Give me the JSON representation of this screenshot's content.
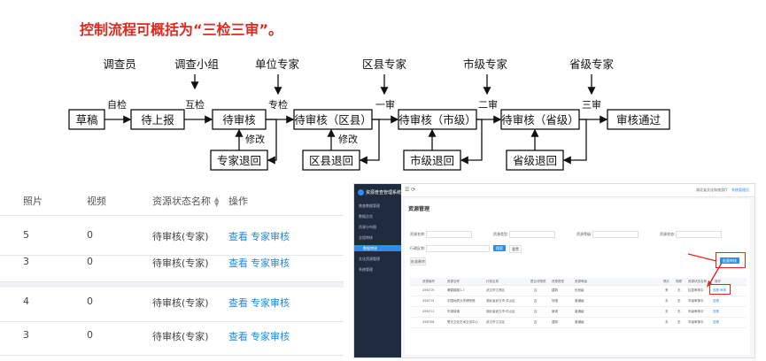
{
  "title": "控制流程可概括为“三检三审”。",
  "flow": {
    "boxes": {
      "draft": "草稿",
      "pending_report": "待上报",
      "pending_review": "待审核",
      "pending_district": "待审核（区县）",
      "pending_city": "待审核（市级）",
      "pending_province": "待审核（省级）",
      "review_passed": "审核通过",
      "expert_return": "专家退回",
      "district_return": "区县退回",
      "city_return": "市级退回",
      "province_return": "省级退回"
    },
    "actors": {
      "investigator": "调查员",
      "team": "调查小组",
      "unit_expert": "单位专家",
      "district_expert": "区县专家",
      "city_expert": "市级专家",
      "province_expert": "省级专家"
    },
    "edges": {
      "self_check": "自检",
      "mutual_check": "互检",
      "expert_check": "专检",
      "first_review": "一审",
      "second_review": "二审",
      "third_review": "三审",
      "modify": "修改"
    }
  },
  "table": {
    "headers": [
      "照片",
      "视频",
      "资源状态名称",
      "操作"
    ],
    "rows": [
      {
        "photo": "5",
        "video": "0",
        "status": "待审核(专家)",
        "view": "查看",
        "review": "专家审核"
      },
      {
        "photo": "3",
        "video": "0",
        "status": "待审核(专家)",
        "view": "查看",
        "review": "专家审核"
      },
      {
        "photo": "4",
        "video": "0",
        "status": "待审核(专家)",
        "view": "查看",
        "review": "专家审核"
      },
      {
        "photo": "3",
        "video": "0",
        "status": "待审核(专家)",
        "view": "查看",
        "review": "专家审核"
      }
    ]
  },
  "app": {
    "logo": "资源普查管理系统",
    "menu": [
      "普查数据管理",
      "数据总览",
      "资源分布图",
      "全程审核",
      "数据审核",
      "文化资源管理",
      "系统管理"
    ],
    "topbar_icons": "☰  ⟳",
    "user": "湖北省文化和旅游厅",
    "user_link": "系统管理员",
    "page_title": "资源管理",
    "filters": {
      "name": "资源名称:",
      "category": "资源类型:",
      "level": "资源等级:",
      "status": "资源状态:",
      "code": "行政区划:"
    },
    "search_btn": "搜索",
    "reset_btn": "重置",
    "delete_btn": "批量删除",
    "batch_btn": "批量审核",
    "columns": [
      "资源编号",
      "资源名称",
      "行政区划",
      "是否非物质",
      "资源类型",
      "资源等级",
      "照片",
      "视频",
      "资源状态名称",
      "操作"
    ],
    "rows": [
      {
        "id": "456719",
        "name": "黄鹤楼路1-7",
        "region": "武汉市江岸区",
        "nonmat": "否",
        "type": "建筑",
        "level": "优良级",
        "photo": "有",
        "video": "无",
        "status": "区县审核中",
        "op": "查看 审核"
      },
      {
        "id": "456715",
        "name": "中国地质大学博物馆",
        "region": "湖北省武汉市·洪山区",
        "nonmat": "否",
        "type": "场馆",
        "level": "普通级",
        "photo": "无",
        "video": "无",
        "status": "市级审核中",
        "op": "查看"
      },
      {
        "id": "456711",
        "name": "东湖绿道",
        "region": "湖北省武汉市·洪山区",
        "nonmat": "否",
        "type": "景观",
        "level": "普通级",
        "photo": "无",
        "video": "无",
        "status": "市级审核中",
        "op": "查看"
      },
      {
        "id": "456708",
        "name": "楚天文化艺术交流中心",
        "region": "武汉市江汉区",
        "nonmat": "否",
        "type": "建筑",
        "level": "普通级",
        "photo": "无",
        "video": "无",
        "status": "市级审核中",
        "op": "查看"
      }
    ]
  },
  "colors": {
    "title_red": "#e0281e",
    "link_blue": "#1e88e5",
    "sidebar": "#1f2b3e"
  }
}
